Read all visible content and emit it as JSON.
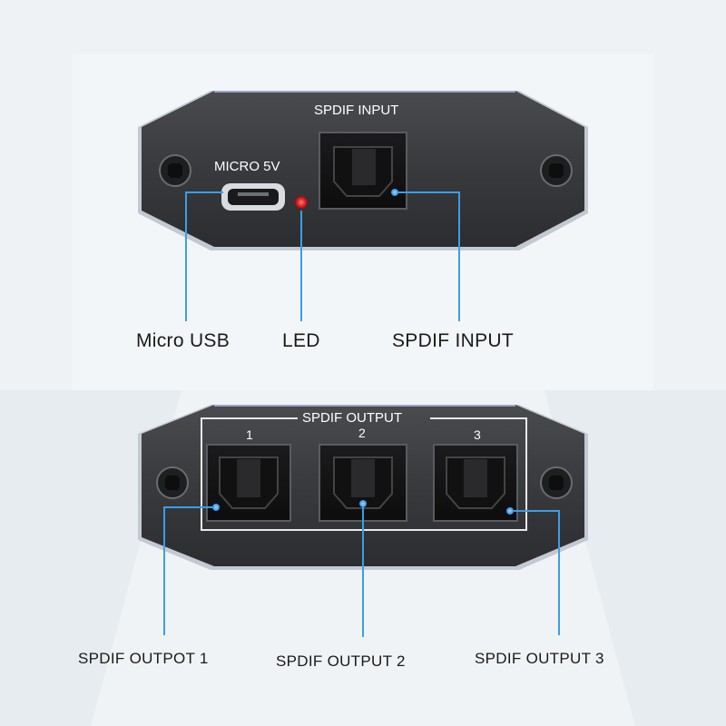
{
  "device_top": {
    "ports": [
      {
        "panel_label": "MICRO 5V",
        "callout": "Micro USB",
        "icon": "micro-usb-port"
      },
      {
        "callout": "LED",
        "icon": "red-led",
        "color": "#e0242a"
      },
      {
        "panel_label": "SPDIF INPUT",
        "callout": "SPDIF INPUT",
        "icon": "optical-toslink-port"
      }
    ]
  },
  "device_bottom": {
    "group_label": "SPDIF OUTPUT",
    "ports": [
      {
        "number": "1",
        "callout": "SPDIF OUTPOT 1",
        "icon": "optical-toslink-port"
      },
      {
        "number": "2",
        "callout": "SPDIF OUTPUT 2",
        "icon": "optical-toslink-port"
      },
      {
        "number": "3",
        "callout": "SPDIF OUTPUT 3",
        "icon": "optical-toslink-port"
      }
    ]
  },
  "colors": {
    "panel": "#3a3b3e",
    "callout_line": "#3b9ee8",
    "led": "#e0242a"
  }
}
